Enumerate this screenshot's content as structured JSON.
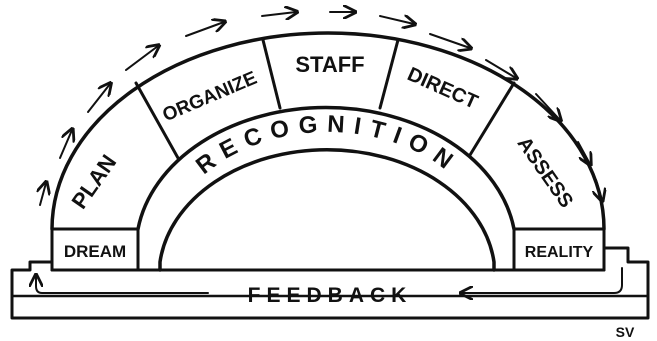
{
  "diagram": {
    "arch_segments": [
      "PLAN",
      "ORGANIZE",
      "STAFF",
      "DIRECT",
      "ASSESS"
    ],
    "inner_arch": "RECOGNITION",
    "left_base": "DREAM",
    "right_base": "REALITY",
    "base_label": "FEEDBACK",
    "signature": "SV"
  },
  "colors": {
    "ink": "#111111",
    "paper": "#ffffff"
  }
}
